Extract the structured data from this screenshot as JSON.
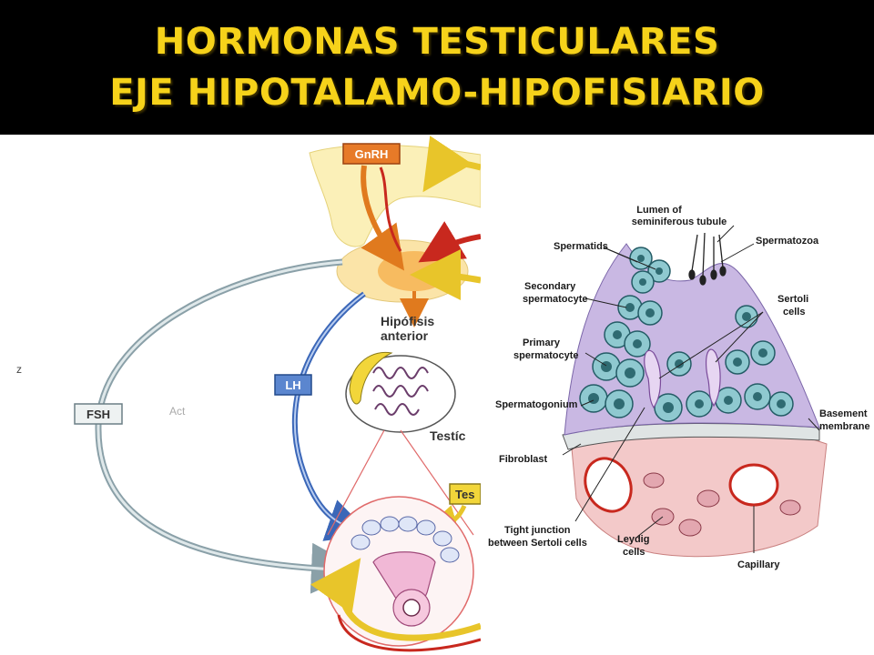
{
  "slide": {
    "title_line1": "HORMONAS TESTICULARES",
    "title_line2": "EJE HIPOTALAMO-HIPOFISIARIO",
    "colors": {
      "title": "#f6d21a",
      "background": "#000000"
    }
  },
  "left_diagram": {
    "gnrh": "GnRH",
    "hipofisis_line1": "Hipófisis",
    "hipofisis_line2": "anterior",
    "lh": "LH",
    "fsh": "FSH",
    "testiculo": "Testíc",
    "testosterona": "Tes",
    "fragment_act": "Act",
    "fragment_z": "z"
  },
  "right_diagram": {
    "lumen_line1": "Lumen of",
    "lumen_line2": "seminiferous tubule",
    "spermatids": "Spermatids",
    "spermatozoa": "Spermatozoa",
    "secondary_line1": "Secondary",
    "secondary_line2": "spermatocyte",
    "sertoli_line1": "Sertoli",
    "sertoli_line2": "cells",
    "primary_line1": "Primary",
    "primary_line2": "spermatocyte",
    "spermatogonium": "Spermatogonium",
    "basement_line1": "Basement",
    "basement_line2": "membrane",
    "fibroblast": "Fibroblast",
    "tight_line1": "Tight junction",
    "tight_line2": "between Sertoli cells",
    "leydig_line1": "Leydig",
    "leydig_line2": "cells",
    "capillary": "Capillary"
  }
}
